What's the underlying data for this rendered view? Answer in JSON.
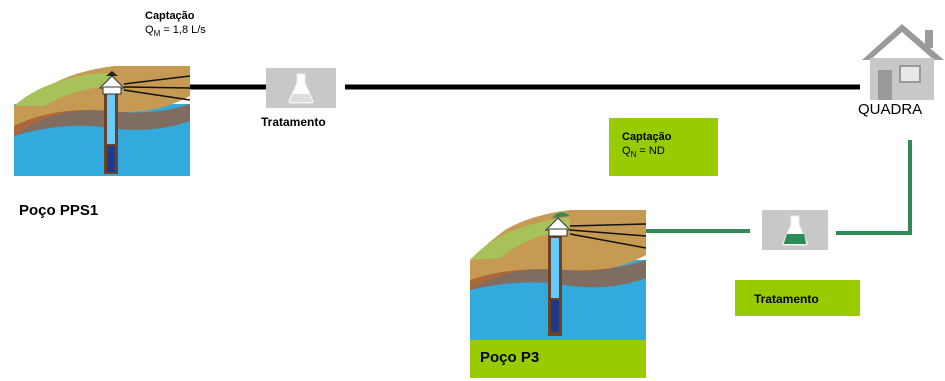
{
  "wells": [
    {
      "label": "Poço PPS1",
      "captacao_title": "Captação",
      "flow_symbol": "Q",
      "flow_sub": "M",
      "flow_value": "= 1,8 L/s"
    },
    {
      "label": "Poço P3",
      "captacao_title": "Captação",
      "flow_symbol": "Q",
      "flow_sub": "N",
      "flow_value": "= ND"
    }
  ],
  "treatment_labels": [
    "Tratamento",
    "Tratamento"
  ],
  "destination": {
    "label": "QUADRA",
    "icon": "house-icon"
  },
  "colors": {
    "line_main": "#000000",
    "line_p3": "#2e8b57",
    "highlight": "#99cc00",
    "treatment_box": "#c8c8c8"
  }
}
